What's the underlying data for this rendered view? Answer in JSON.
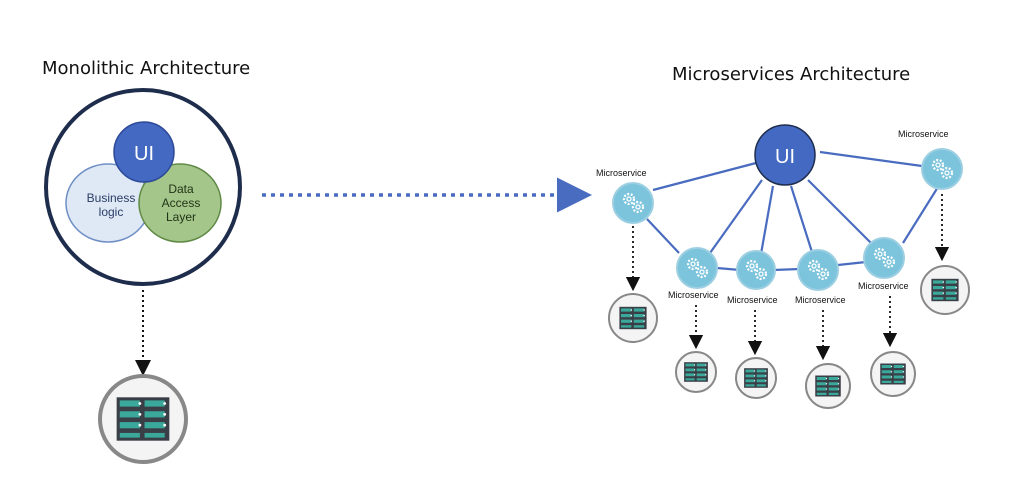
{
  "monolith": {
    "title": "Monolithic Architecture",
    "ui_label": "UI",
    "business_label_1": "Business",
    "business_label_2": "logic",
    "data_label_1": "Data",
    "data_label_2": "Access",
    "data_label_3": "Layer"
  },
  "micro": {
    "title": "Microservices Architecture",
    "ui_label": "UI",
    "service_label": "Microservice"
  },
  "colors": {
    "ui_blue": "#4469c2",
    "business_fill": "#dfe8f5",
    "data_fill": "#a5c68a",
    "service_fill": "#7cc4dc",
    "link": "#4a6cc0",
    "server_teal": "#3aa89a"
  },
  "icons": [
    "gears-icon",
    "server-rack-icon",
    "dotted-arrow-icon"
  ]
}
